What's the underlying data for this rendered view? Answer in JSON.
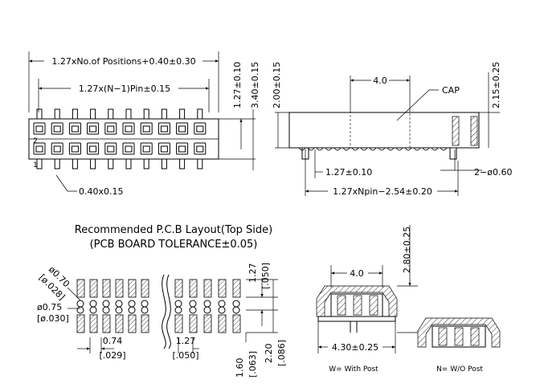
{
  "front_view": {
    "overall_dim": "1.27xNo.of  Positions+0.40±0.30",
    "pin_span_dim": "1.27x(N−1)Pin±0.15",
    "pin_size_dim": "0.40x0.15",
    "height_dim_a": "1.27±0.10",
    "height_dim_b": "3.40±0.15",
    "pin_label_2": "2",
    "pin_label_1": "1"
  },
  "side_view": {
    "height_dim": "2.00±0.15",
    "cap_width_dim": "4.0",
    "cap_label": "CAP",
    "cap_height_dim": "2.15±0.25",
    "pitch_dim": "1.27±0.10",
    "span_dim": "1.27xNpin−2.54±0.20",
    "hole_dim": "2−ø0.60"
  },
  "pcb_layout": {
    "title": "Recommended  P.C.B  Layout(Top Side)",
    "subtitle": "(PCB  BOARD  TOLERANCE±0.05)",
    "hole_large_mm": "ø0.70",
    "hole_large_in": "[ø.028]",
    "hole_small_mm": "ø0.75",
    "hole_small_in": "[ø.030]",
    "pad_width_mm": "0.74",
    "pad_width_in": "[.029]",
    "pitch_mm": "1.27",
    "pitch_in": "[.050]",
    "pitch_v_mm": "1.27",
    "pitch_v_in": "[.050]",
    "pad_len_mm": "1.60",
    "pad_len_in": "[.063]",
    "row_span_mm": "2.20",
    "row_span_in": "[.086]"
  },
  "cap_views": {
    "width_dim": "4.0",
    "height_dim": "2.80±0.25",
    "total_width_dim": "4.30±0.25",
    "with_post_label": "W= With Post",
    "without_post_label": "N= W/O Post"
  }
}
